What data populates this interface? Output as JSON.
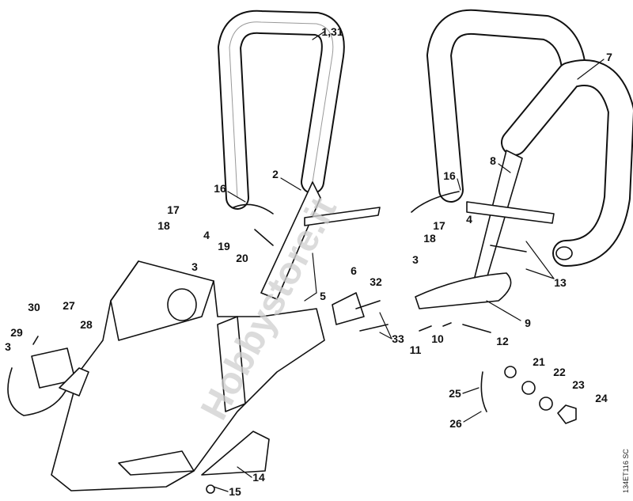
{
  "diagram": {
    "callouts": [
      "1,31",
      "7",
      "2",
      "8",
      "16",
      "16",
      "17",
      "17",
      "4",
      "4",
      "18",
      "18",
      "19",
      "20",
      "3",
      "3",
      "6",
      "5",
      "32",
      "13",
      "9",
      "33",
      "10",
      "12",
      "11",
      "30",
      "27",
      "28",
      "29",
      "3",
      "21",
      "22",
      "23",
      "24",
      "25",
      "26",
      "14",
      "15"
    ],
    "drawing_code": "134ET116 SC",
    "watermark": "Hobbystore.it"
  }
}
